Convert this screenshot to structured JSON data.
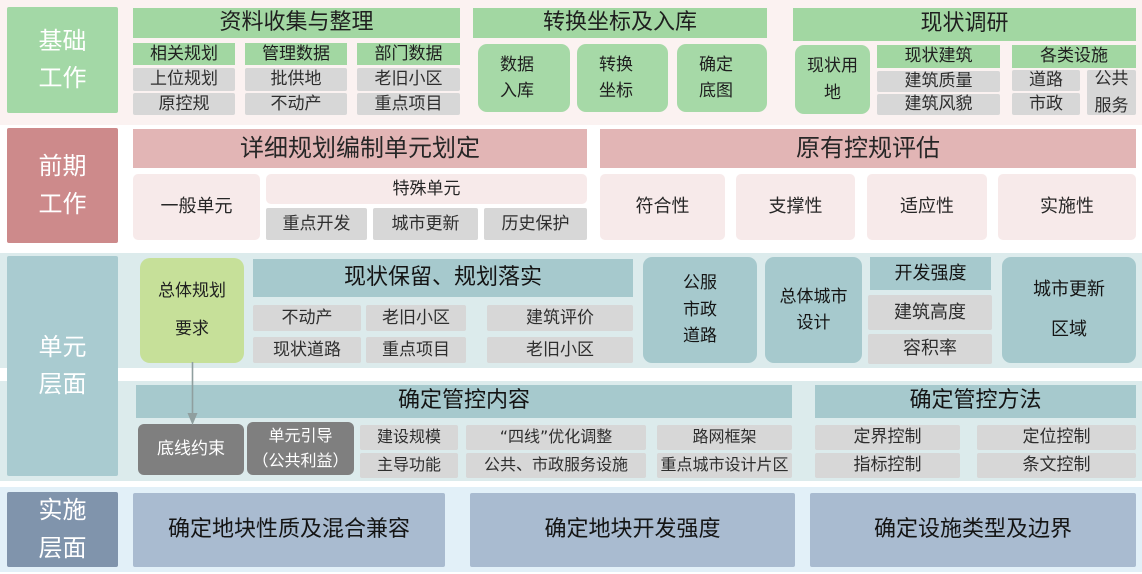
{
  "rows": {
    "foundation": {
      "label": "基础\n工作",
      "collection": {
        "title": "资料收集与整理",
        "columns": [
          {
            "header": "相关规划",
            "items": [
              "上位规划",
              "原控规"
            ]
          },
          {
            "header": "管理数据",
            "items": [
              "批供地",
              "不动产"
            ]
          },
          {
            "header": "部门数据",
            "items": [
              "老旧小区",
              "重点项目"
            ]
          }
        ]
      },
      "conversion": {
        "title": "转换坐标及入库",
        "boxes": [
          "数据\n入库",
          "转换\n坐标",
          "确定\n底图"
        ]
      },
      "survey": {
        "title": "现状调研",
        "land_use": "现状用\n地",
        "building": {
          "header": "现状建筑",
          "items": [
            "建筑质量",
            "建筑风貌"
          ]
        },
        "facilities": {
          "header": "各类设施",
          "items": [
            "道路",
            "市政"
          ],
          "tall_item": "公共\n服务"
        }
      }
    },
    "preliminary": {
      "label": "前期\n工作",
      "delineation": {
        "title": "详细规划编制单元划定",
        "general": "一般单元",
        "special": {
          "header": "特殊单元",
          "items": [
            "重点开发",
            "城市更新",
            "历史保护"
          ]
        }
      },
      "evaluation": {
        "title": "原有控规评估",
        "items": [
          "符合性",
          "支撑性",
          "适应性",
          "实施性"
        ]
      }
    },
    "unit": {
      "label": "单元\n层面",
      "master_plan": "总体规划\n要求",
      "retention": {
        "title": "现状保留、规划落实",
        "grid": [
          [
            "不动产",
            "老旧小区",
            "建筑评价"
          ],
          [
            "现状道路",
            "重点项目",
            "老旧小区"
          ]
        ]
      },
      "public_municipal_road": "公服\n市政\n道路",
      "urban_design": "总体城市\n设计",
      "intensity": {
        "header": "开发强度",
        "items": [
          "建筑高度",
          "容积率"
        ]
      },
      "renewal_area": "城市更新\n区域",
      "control_content": {
        "title": "确定管控内容",
        "bottom_line": "底线约束",
        "unit_guidance": "单元引导\n（公共利益）",
        "grid": [
          [
            "建设规模",
            "“四线”优化调整",
            "路网框架"
          ],
          [
            "主导功能",
            "公共、市政服务设施",
            "重点城市设计片区"
          ]
        ]
      },
      "control_method": {
        "title": "确定管控方法",
        "grid": [
          [
            "定界控制",
            "定位控制"
          ],
          [
            "指标控制",
            "条文控制"
          ]
        ]
      }
    },
    "implementation": {
      "label": "实施\n层面",
      "boxes": [
        "确定地块性质及混合兼容",
        "确定地块开发强度",
        "确定设施类型及边界"
      ]
    }
  },
  "colors": {
    "band_green": "#ebf5e9",
    "band_pink": "#fbf2f1",
    "band_teal": "#dcebec",
    "band_blue": "#e2f0f8",
    "green_label": "#a3d8a6",
    "green_box": "#a2d7a2",
    "rose_label": "#cd8a8b",
    "pink_header": "#e2b5b5",
    "pink_light": "#f7eaea",
    "teal_label": "#a9cbd0",
    "teal_box": "#a6c9cd",
    "lime_box": "#c6e099",
    "gray_box": "#d7d7d7",
    "dark_gray_box": "#7f7f7f",
    "blue_label": "#8094ac",
    "blue_box": "#a9bbd0",
    "arrow": "#8f9f9f"
  }
}
